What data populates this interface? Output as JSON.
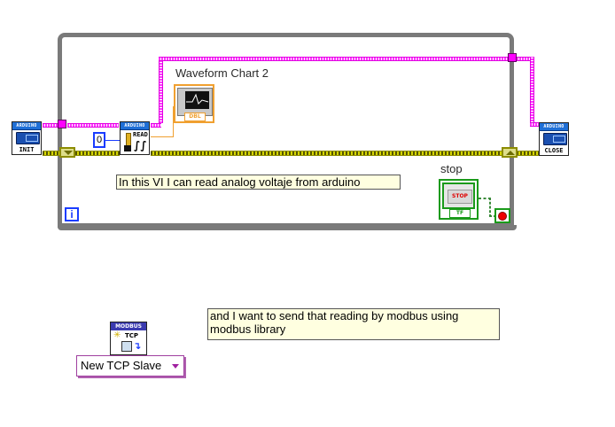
{
  "diagram": {
    "loop": {
      "type": "while-loop",
      "iteration_terminal": "i"
    },
    "nodes": {
      "arduino_init": {
        "banner": "ARDUINO",
        "label": "INIT"
      },
      "arduino_read": {
        "banner": "ARDUINO",
        "label": "READ"
      },
      "arduino_close": {
        "banner": "ARDUINO",
        "label": "CLOSE"
      },
      "numeric_constant": {
        "value": "0"
      },
      "waveform_chart": {
        "label": "Waveform Chart 2",
        "type_badge": "DBL"
      },
      "stop_control": {
        "label": "stop",
        "button_text": "STOP",
        "type_badge": "TF"
      },
      "modbus_vi": {
        "banner": "MODBUS",
        "label": "TCP"
      },
      "modbus_ring": {
        "selected": "New TCP Slave"
      }
    },
    "comments": [
      "In this VI I can read analog voltaje from arduino",
      "and I want to send that reading by modbus using modbus library"
    ],
    "colors": {
      "loop_border": "#7a7a7a",
      "resource_wire": "#ff33ff",
      "error_wire": "#d6d600",
      "dbl_wire": "#f0a030",
      "int_wire": "#1a3cff",
      "boolean": "#1a9a1a",
      "comment_bg": "#ffffe0"
    }
  }
}
